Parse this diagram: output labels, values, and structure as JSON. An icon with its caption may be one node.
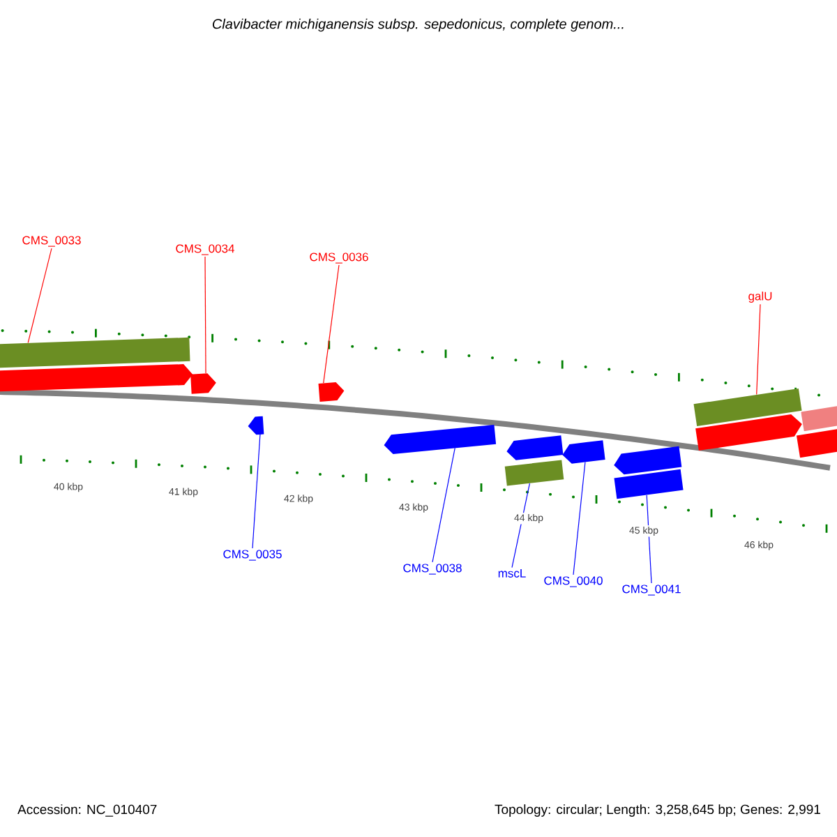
{
  "diagram": {
    "title": "Clavibacter michiganensis subsp. sepedonicus, complete genom...",
    "nodes": [
      {
        "text": [
          "CMS_0033"
        ]
      },
      {
        "text": [
          "CMS_0034"
        ]
      },
      {
        "text": [
          "CMS_0036"
        ]
      },
      {
        "text": [
          "galU"
        ]
      },
      {
        "text": [],
        "shape": "bar"
      },
      {
        "text": [],
        "shape": "arrow"
      },
      {
        "text": [],
        "shape": "arrow"
      },
      {
        "text": [],
        "shape": "arrow"
      },
      {
        "text": [],
        "shape": "arrow"
      },
      {
        "text": [],
        "shape": "arrow"
      },
      {
        "text": [],
        "shape": "arrow"
      },
      {
        "text": [],
        "shape": "arrow"
      },
      {
        "text": [],
        "shape": "bar"
      },
      {
        "text": [],
        "shape": "arrow"
      },
      {
        "text": [],
        "shape": "bar"
      },
      {
        "text": [],
        "shape": "bar"
      },
      {
        "text": [],
        "shape": "arrow"
      },
      {
        "text": [],
        "shape": "bar"
      },
      {
        "text": [],
        "shape": "bar"
      },
      {
        "text": [
          "CMS_0035"
        ]
      },
      {
        "text": [
          "CMS_0038"
        ]
      },
      {
        "text": [
          "mscL"
        ]
      },
      {
        "text": [
          "CMS_0040"
        ]
      },
      {
        "text": [
          "CMS_0041"
        ]
      }
    ],
    "edges": [
      {
        "from": 0,
        "to": 4,
        "arrow": "none",
        "color": "#ff0000"
      },
      {
        "from": 1,
        "to": 6,
        "arrow": "none",
        "color": "#ff0000"
      },
      {
        "from": 2,
        "to": 7,
        "arrow": "none",
        "color": "#ff0000"
      },
      {
        "from": 3,
        "to": 15,
        "arrow": "none",
        "color": "#ff0000"
      },
      {
        "from": 19,
        "to": 8,
        "arrow": "none"
      },
      {
        "from": 20,
        "to": 9,
        "arrow": "none"
      },
      {
        "from": 21,
        "to": 12,
        "arrow": "none"
      },
      {
        "from": 22,
        "to": 11,
        "arrow": "none"
      },
      {
        "from": 23,
        "to": 14,
        "arrow": "none"
      }
    ],
    "labels": [
      "40 kbp",
      "41 kbp",
      "42 kbp",
      "43 kbp",
      "44 kbp",
      "45 kbp",
      "46 kbp",
      "Accession: NC_010407",
      "Topology: circular; Length: 3,258,645 bp; Genes: 2,991"
    ]
  }
}
